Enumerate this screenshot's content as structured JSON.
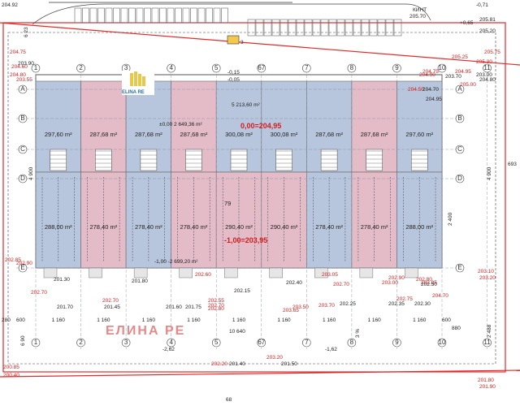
{
  "logo": {
    "text": "ELINA RE"
  },
  "watermark": "ЕЛИНА РЕ",
  "street": {
    "name": "КИНТ",
    "level": "-0,71",
    "level_b": "+0,65"
  },
  "axes": {
    "columns": [
      "1",
      "2",
      "3",
      "4",
      "5",
      "67",
      "7",
      "8",
      "9",
      "10",
      "11"
    ],
    "rows": [
      "A",
      "B",
      "C",
      "D",
      "D",
      "E",
      "E"
    ]
  },
  "upper_areas": [
    "297,60 m²",
    "287,68 m²",
    "287,68 m²",
    "287,68 m²",
    "300,08 m²",
    "300,08 m²",
    "287,68 m²",
    "287,68 m²",
    "297,60 m²"
  ],
  "lower_areas": [
    "288,00 m²",
    "278,40 m²",
    "278,40 m²",
    "278,40 m²",
    "290,40 m²",
    "290,40 m²",
    "278,40 m²",
    "278,40 m²",
    "288,00 m²"
  ],
  "totals": {
    "upper_total": "5 213,60 m²",
    "upper_floor": "±0,00 2 649,36 m²",
    "upper_level": "0,00=204,95",
    "lower_floor": "-1,00 -2 699,20 m²",
    "lower_level": "-1,00=203,95",
    "level_a": "-0,15",
    "level_b": "-0,05",
    "mid": "79"
  },
  "dims": {
    "left_vert": "4 900",
    "right_vert": "4 900",
    "right_mid": "2 400",
    "right_low": "2 488",
    "far_right": "693",
    "top_left": "6 23",
    "bottom_total": "10 640",
    "spans": [
      "1 160",
      "1 160",
      "1 160",
      "1 160",
      "1 160",
      "1 160",
      "1 160",
      "1 160",
      "1 160"
    ],
    "edge_a": "280",
    "edge_b": "600",
    "edge_c": "600",
    "edge_d": "880",
    "left_note": "6 90",
    "bottom_page": "68",
    "slope_a": "-2,62",
    "slope_b": "-1,62",
    "pct": "3 %"
  },
  "levels_red": [
    "204.75",
    "204.60",
    "204.80",
    "203.55",
    "202.85",
    "202.90",
    "202.70",
    "202.70",
    "202.80",
    "202.60",
    "200.85",
    "200.40",
    "201.80",
    "201.90",
    "203.10",
    "203.20",
    "203.20",
    "202.20",
    "205.75",
    "205.30",
    "204.95",
    "204.90",
    "204.75",
    "205.25",
    "204.50",
    "202.90",
    "203.00",
    "203.05",
    "202.70",
    "203.70",
    "203.50",
    "203.65",
    "202.55",
    "202.70",
    "202.75",
    "202.80",
    "202.85",
    "204.70",
    "205.00"
  ],
  "levels_black": [
    "203.90",
    "201.30",
    "201.70",
    "201.45",
    "201.60",
    "201.80",
    "201.75",
    "202.15",
    "202.40",
    "202.25",
    "202.35",
    "202.30",
    "202.50",
    "203.70",
    "201.40",
    "201.50",
    "204.70",
    "205.70",
    "205.81",
    "205.20",
    "204.80",
    "204.95",
    "204.92",
    "203.00"
  ],
  "colors": {
    "blue_unit": "#b8c6dd",
    "pink_unit": "#e3bcc8",
    "red_line": "#e22a2a",
    "grid": "#7a8aa0"
  }
}
